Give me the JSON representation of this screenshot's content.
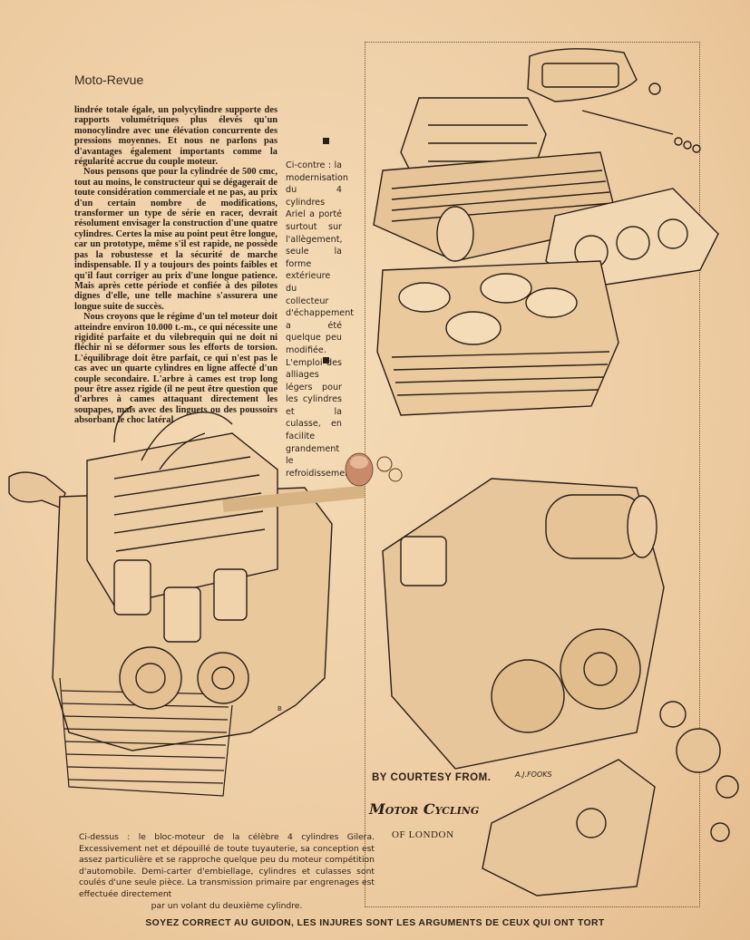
{
  "header": {
    "title": "Moto-Revue"
  },
  "article": {
    "paragraphs": [
      "lindrée totale égale, un polycylindre supporte des rapports volumétriques plus élevés qu'un monocylindre avec une élévation concurrente des pressions moyennes. Et nous ne parlons pas d'avantages également importants comme la régularité accrue du couple moteur.",
      "Nous pensons que pour la cylindrée de 500 cmc, tout au moins, le constructeur qui se dégagerait de toute considération commerciale et ne pas, au prix d'un certain nombre de modifications, transformer un type de série en racer, devrait résolument envisager la construction d'une quatre cylindres. Certes la mise au point peut être longue, car un prototype, même s'il est rapide, ne possède pas la robustesse et la sécurité de marche indispensable. Il y a toujours des points faibles et qu'il faut corriger au prix d'une longue patience. Mais après cette période et confiée à des pilotes dignes d'elle, une telle machine s'assurera une longue suite de succès.",
      "Nous croyons que le régime d'un tel moteur doit atteindre environ 10.000 t.-m., ce qui nécessite une rigidité parfaite et du vilebrequin qui ne doit ni fléchir ni se déformer sous les efforts de torsion. L'équilibrage doit être parfait, ce qui n'est pas le cas avec un quarte cylindres en ligne affecté d'un couple secondaire. L'arbre à cames est trop long pour être assez rigide (il ne peut être question que d'arbres à cames attaquant directement les soupapes, mais avec des linguets ou des poussoirs absorbant le choc latéral"
    ]
  },
  "side_caption": "Ci-contre : la modernisation du 4 cylindres Ariel a porté surtout sur l'allègement, seule la forme extérieure du collecteur d'échappement a été quelque peu modifiée. L'emploi des alliages légers pour les cylindres et la culasse, en facilite grandement le refroidissement.",
  "credit": {
    "line1": "BY COURTESY FROM.",
    "line2": "Motor Cycling",
    "line3": "OF LONDON",
    "artist": "A.J.FOOKS"
  },
  "bottom_caption": {
    "text": "Ci-dessus : le bloc-moteur de la célèbre 4 cylindres Gilera. Excessivement net et dépouillé de toute tuyauterie, sa conception est assez particulière et se rapproche quelque peu du moteur compétition d'automobile. Demi-carter d'embiellage, cylindres et culasses sont coulés d'une seule pièce. La transmission primaire par engrenages est effectuée directement",
    "last": "par un volant du deuxième cylindre."
  },
  "footer": "SOYEZ CORRECT AU GUIDON, LES INJURES SONT LES ARGUMENTS DE CEUX QUI ONT TORT",
  "colors": {
    "paper": "#efd3ad",
    "ink": "#2a1f16"
  }
}
